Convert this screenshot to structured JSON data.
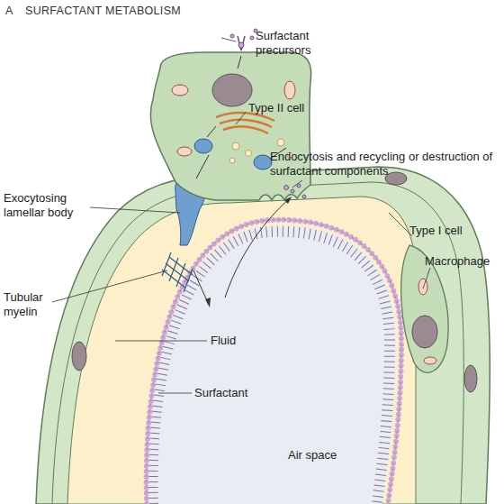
{
  "diagram": {
    "title": "SURFACTANT METABOLISM",
    "labels": [
      "A",
      "Surfactant precursors",
      "Type II cell",
      "Endocytosis and recycling or destruction of surfactant components",
      "Exocytosing lamellar body",
      "Type I cell",
      "Macrophage",
      "Tubular myelin",
      "Fluid",
      "Surfactant",
      "Air space"
    ]
  }
}
